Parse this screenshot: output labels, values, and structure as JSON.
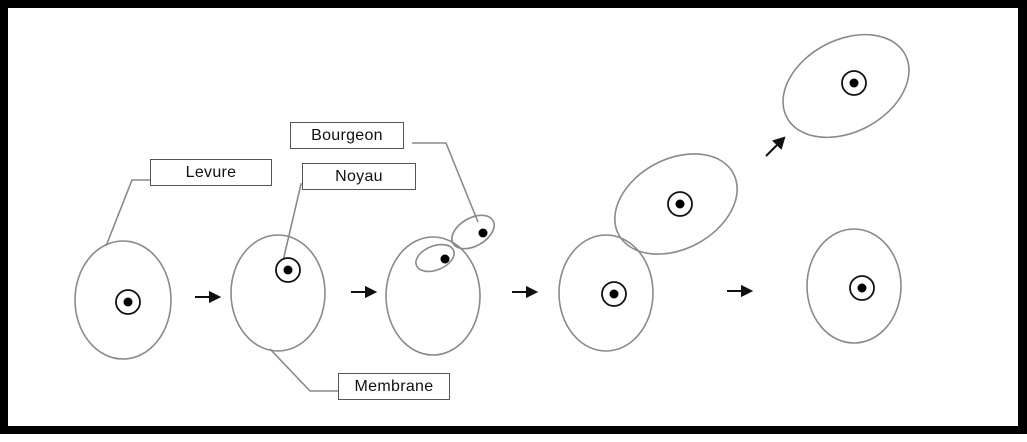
{
  "labels": {
    "levure": "Levure",
    "noyau": "Noyau",
    "bourgeon": "Bourgeon",
    "membrane": "Membrane"
  },
  "colors": {
    "outline": "#8a8a8a",
    "frame": "#000000",
    "arrow": "#111111"
  }
}
